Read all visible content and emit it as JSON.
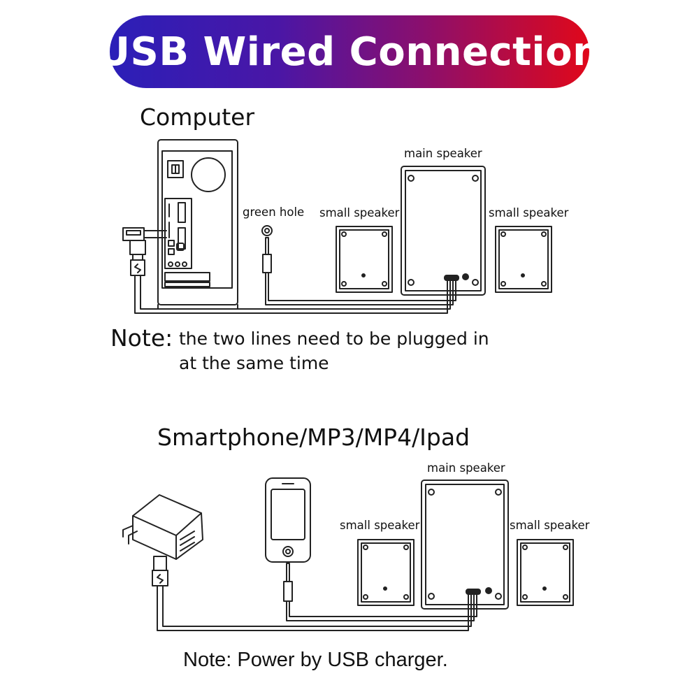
{
  "banner": {
    "title": "USB Wired Connection"
  },
  "computer_section": {
    "title": "Computer",
    "green_hole_label": "green hole",
    "main_speaker_label": "main speaker",
    "left_speaker_label": "small speaker",
    "right_speaker_label": "small speaker",
    "note_prefix": "Note:",
    "note_line1": "the two lines need to be plugged in",
    "note_line2": "at the same time"
  },
  "phone_section": {
    "title": "Smartphone/MP3/MP4/Ipad",
    "main_speaker_label": "main speaker",
    "left_speaker_label": "small speaker",
    "right_speaker_label": "small speaker",
    "note": "Note: Power by USB charger."
  },
  "icons": {
    "computer": "computer-tower-icon",
    "usb_plug": "usb-plug-icon",
    "audio_jack": "audio-jack-icon",
    "charger": "usb-charger-icon",
    "phone": "smartphone-icon"
  },
  "colors": {
    "banner_start": "#2b1fb8",
    "banner_end": "#e0081a",
    "text": "#111111"
  }
}
